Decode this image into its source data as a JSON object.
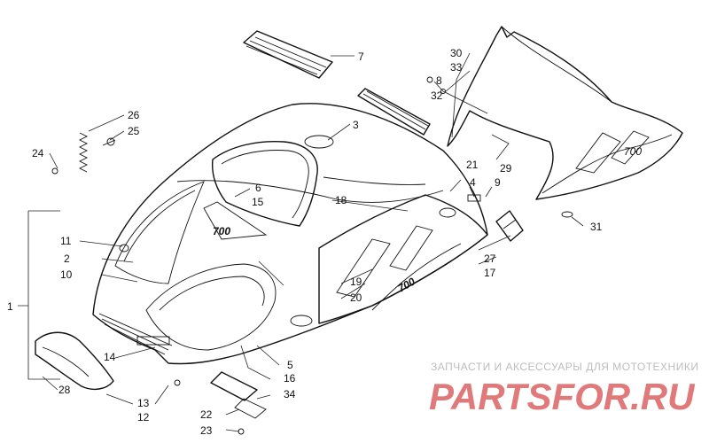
{
  "callouts": [
    {
      "id": "c1",
      "text": "1"
    },
    {
      "id": "c2",
      "text": "2"
    },
    {
      "id": "c3",
      "text": "3"
    },
    {
      "id": "c4",
      "text": "4"
    },
    {
      "id": "c5",
      "text": "5"
    },
    {
      "id": "c6",
      "text": "6"
    },
    {
      "id": "c7",
      "text": "7"
    },
    {
      "id": "c8",
      "text": "8"
    },
    {
      "id": "c9",
      "text": "9"
    },
    {
      "id": "c10",
      "text": "10"
    },
    {
      "id": "c11",
      "text": "11"
    },
    {
      "id": "c12",
      "text": "12"
    },
    {
      "id": "c13",
      "text": "13"
    },
    {
      "id": "c14",
      "text": "14"
    },
    {
      "id": "c15",
      "text": "15"
    },
    {
      "id": "c16",
      "text": "16"
    },
    {
      "id": "c17",
      "text": "17"
    },
    {
      "id": "c18",
      "text": "18"
    },
    {
      "id": "c19",
      "text": "19"
    },
    {
      "id": "c20",
      "text": "20"
    },
    {
      "id": "c21",
      "text": "21"
    },
    {
      "id": "c22",
      "text": "22"
    },
    {
      "id": "c23",
      "text": "23"
    },
    {
      "id": "c24",
      "text": "24"
    },
    {
      "id": "c25",
      "text": "25"
    },
    {
      "id": "c26",
      "text": "26"
    },
    {
      "id": "c27",
      "text": "27"
    },
    {
      "id": "c28",
      "text": "28"
    },
    {
      "id": "c29",
      "text": "29"
    },
    {
      "id": "c30",
      "text": "30"
    },
    {
      "id": "c31",
      "text": "31"
    },
    {
      "id": "c32",
      "text": "32"
    },
    {
      "id": "c33",
      "text": "33"
    },
    {
      "id": "c34",
      "text": "34"
    }
  ],
  "decals": {
    "model_number": "700",
    "windshield_logo": "700"
  },
  "watermark": {
    "subtitle": "ЗАПЧАСТИ И АКСЕССУАРЫ ДЛЯ МОТОТЕХНИКИ",
    "logo": "PARTSFOR.RU",
    "logo_color": "#e07a7a",
    "subtitle_color": "#bdbdbd"
  }
}
